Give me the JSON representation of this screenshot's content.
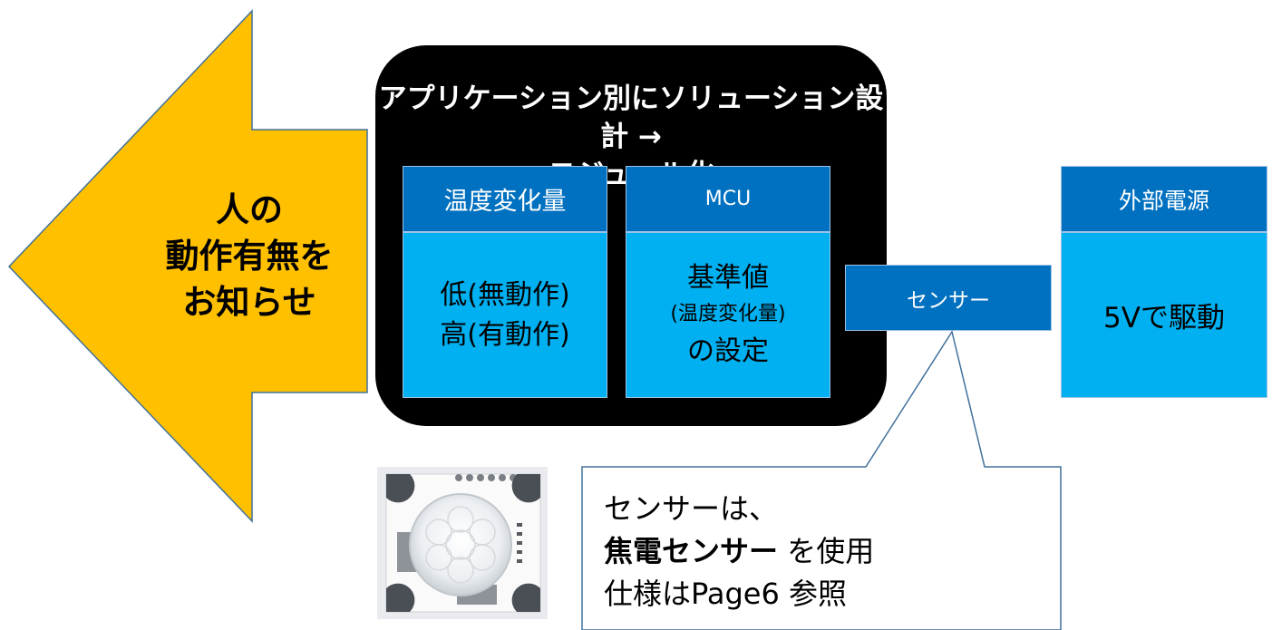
{
  "diagram": {
    "arrow": {
      "lines": [
        "人の",
        "動作有無を",
        "お知らせ"
      ],
      "color": "#ffc000"
    },
    "module": {
      "title_lines": [
        "アプリケーション別にソリューション設計 →",
        "モジュール化"
      ],
      "temp": {
        "head": "温度変化量",
        "body_lines": [
          "低(無動作)",
          "高(有動作)"
        ]
      },
      "mcu": {
        "head": "MCU",
        "body_lines": [
          "基準値",
          "(温度変化量)",
          "の設定"
        ]
      },
      "sensor": {
        "label": "センサー"
      }
    },
    "power": {
      "head": "外部電源",
      "body": "5Vで駆動"
    },
    "callout": {
      "line1": "センサーは、",
      "line2_bold": "焦電センサー",
      "line2_rest": " を使用",
      "line3": "仕様はPage6 参照"
    },
    "colors": {
      "block_head": "#0070c0",
      "block_body": "#00b0f0",
      "module_bg": "#000000",
      "arrow": "#ffc000"
    }
  }
}
